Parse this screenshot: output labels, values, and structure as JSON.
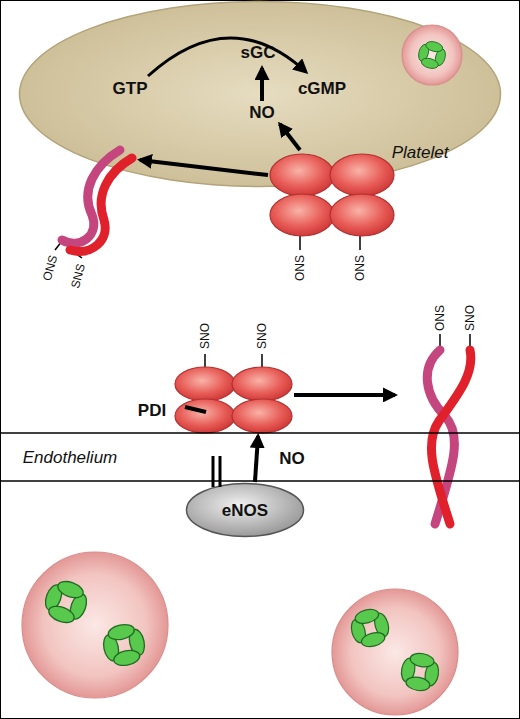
{
  "diagram": {
    "nodes": [
      {
        "text": [
          "GTP",
          "sGC",
          "cGMP",
          "NO",
          "Platelet"
        ]
      },
      {
        "text": [
          "ONS",
          "SNS"
        ]
      },
      {
        "text": [
          "ONS",
          "ONS"
        ]
      },
      {
        "text": [
          "SNO",
          "SNO"
        ]
      },
      {
        "text": [
          "ONS",
          "SNO"
        ]
      },
      {
        "text": [
          "Endothelium",
          "NO"
        ]
      },
      {
        "text": [
          "eNOS"
        ]
      }
    ],
    "edges": [
      {
        "from": 2,
        "to": 0,
        "arrow": "to"
      },
      {
        "from": 2,
        "to": 1,
        "arrow": "to"
      },
      {
        "from": 6,
        "to": 3,
        "arrow": "to"
      },
      {
        "from": 3,
        "to": 4,
        "arrow": "to"
      }
    ],
    "labels": [
      "PDI"
    ]
  }
}
